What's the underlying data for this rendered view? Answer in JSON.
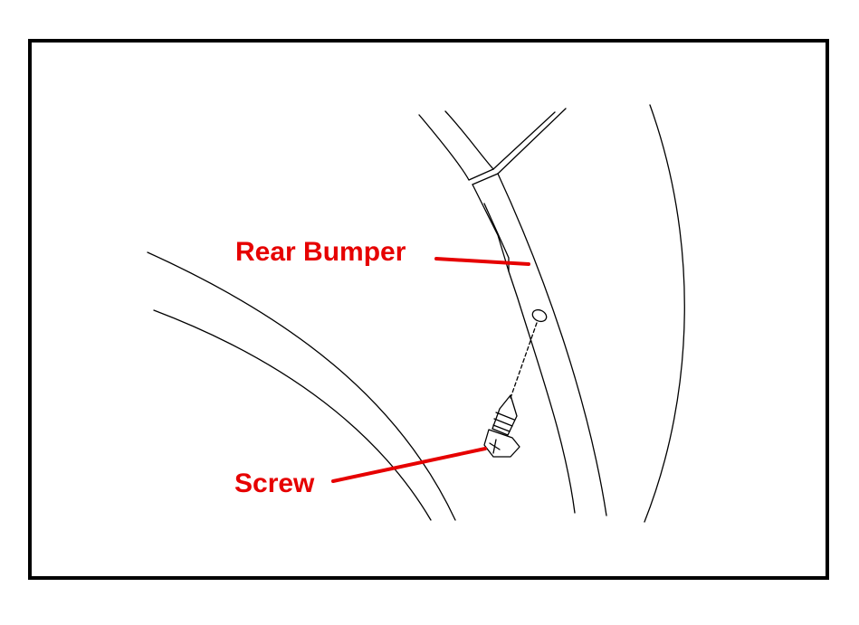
{
  "diagram": {
    "labels": {
      "rear_bumper": "Rear Bumper",
      "screw": "Screw"
    },
    "parts": [
      "rear-bumper",
      "screw",
      "mounting-hole",
      "wheel-well-arch"
    ],
    "colors": {
      "callout": "#e60000",
      "line_art": "#000000",
      "background": "#ffffff"
    }
  }
}
